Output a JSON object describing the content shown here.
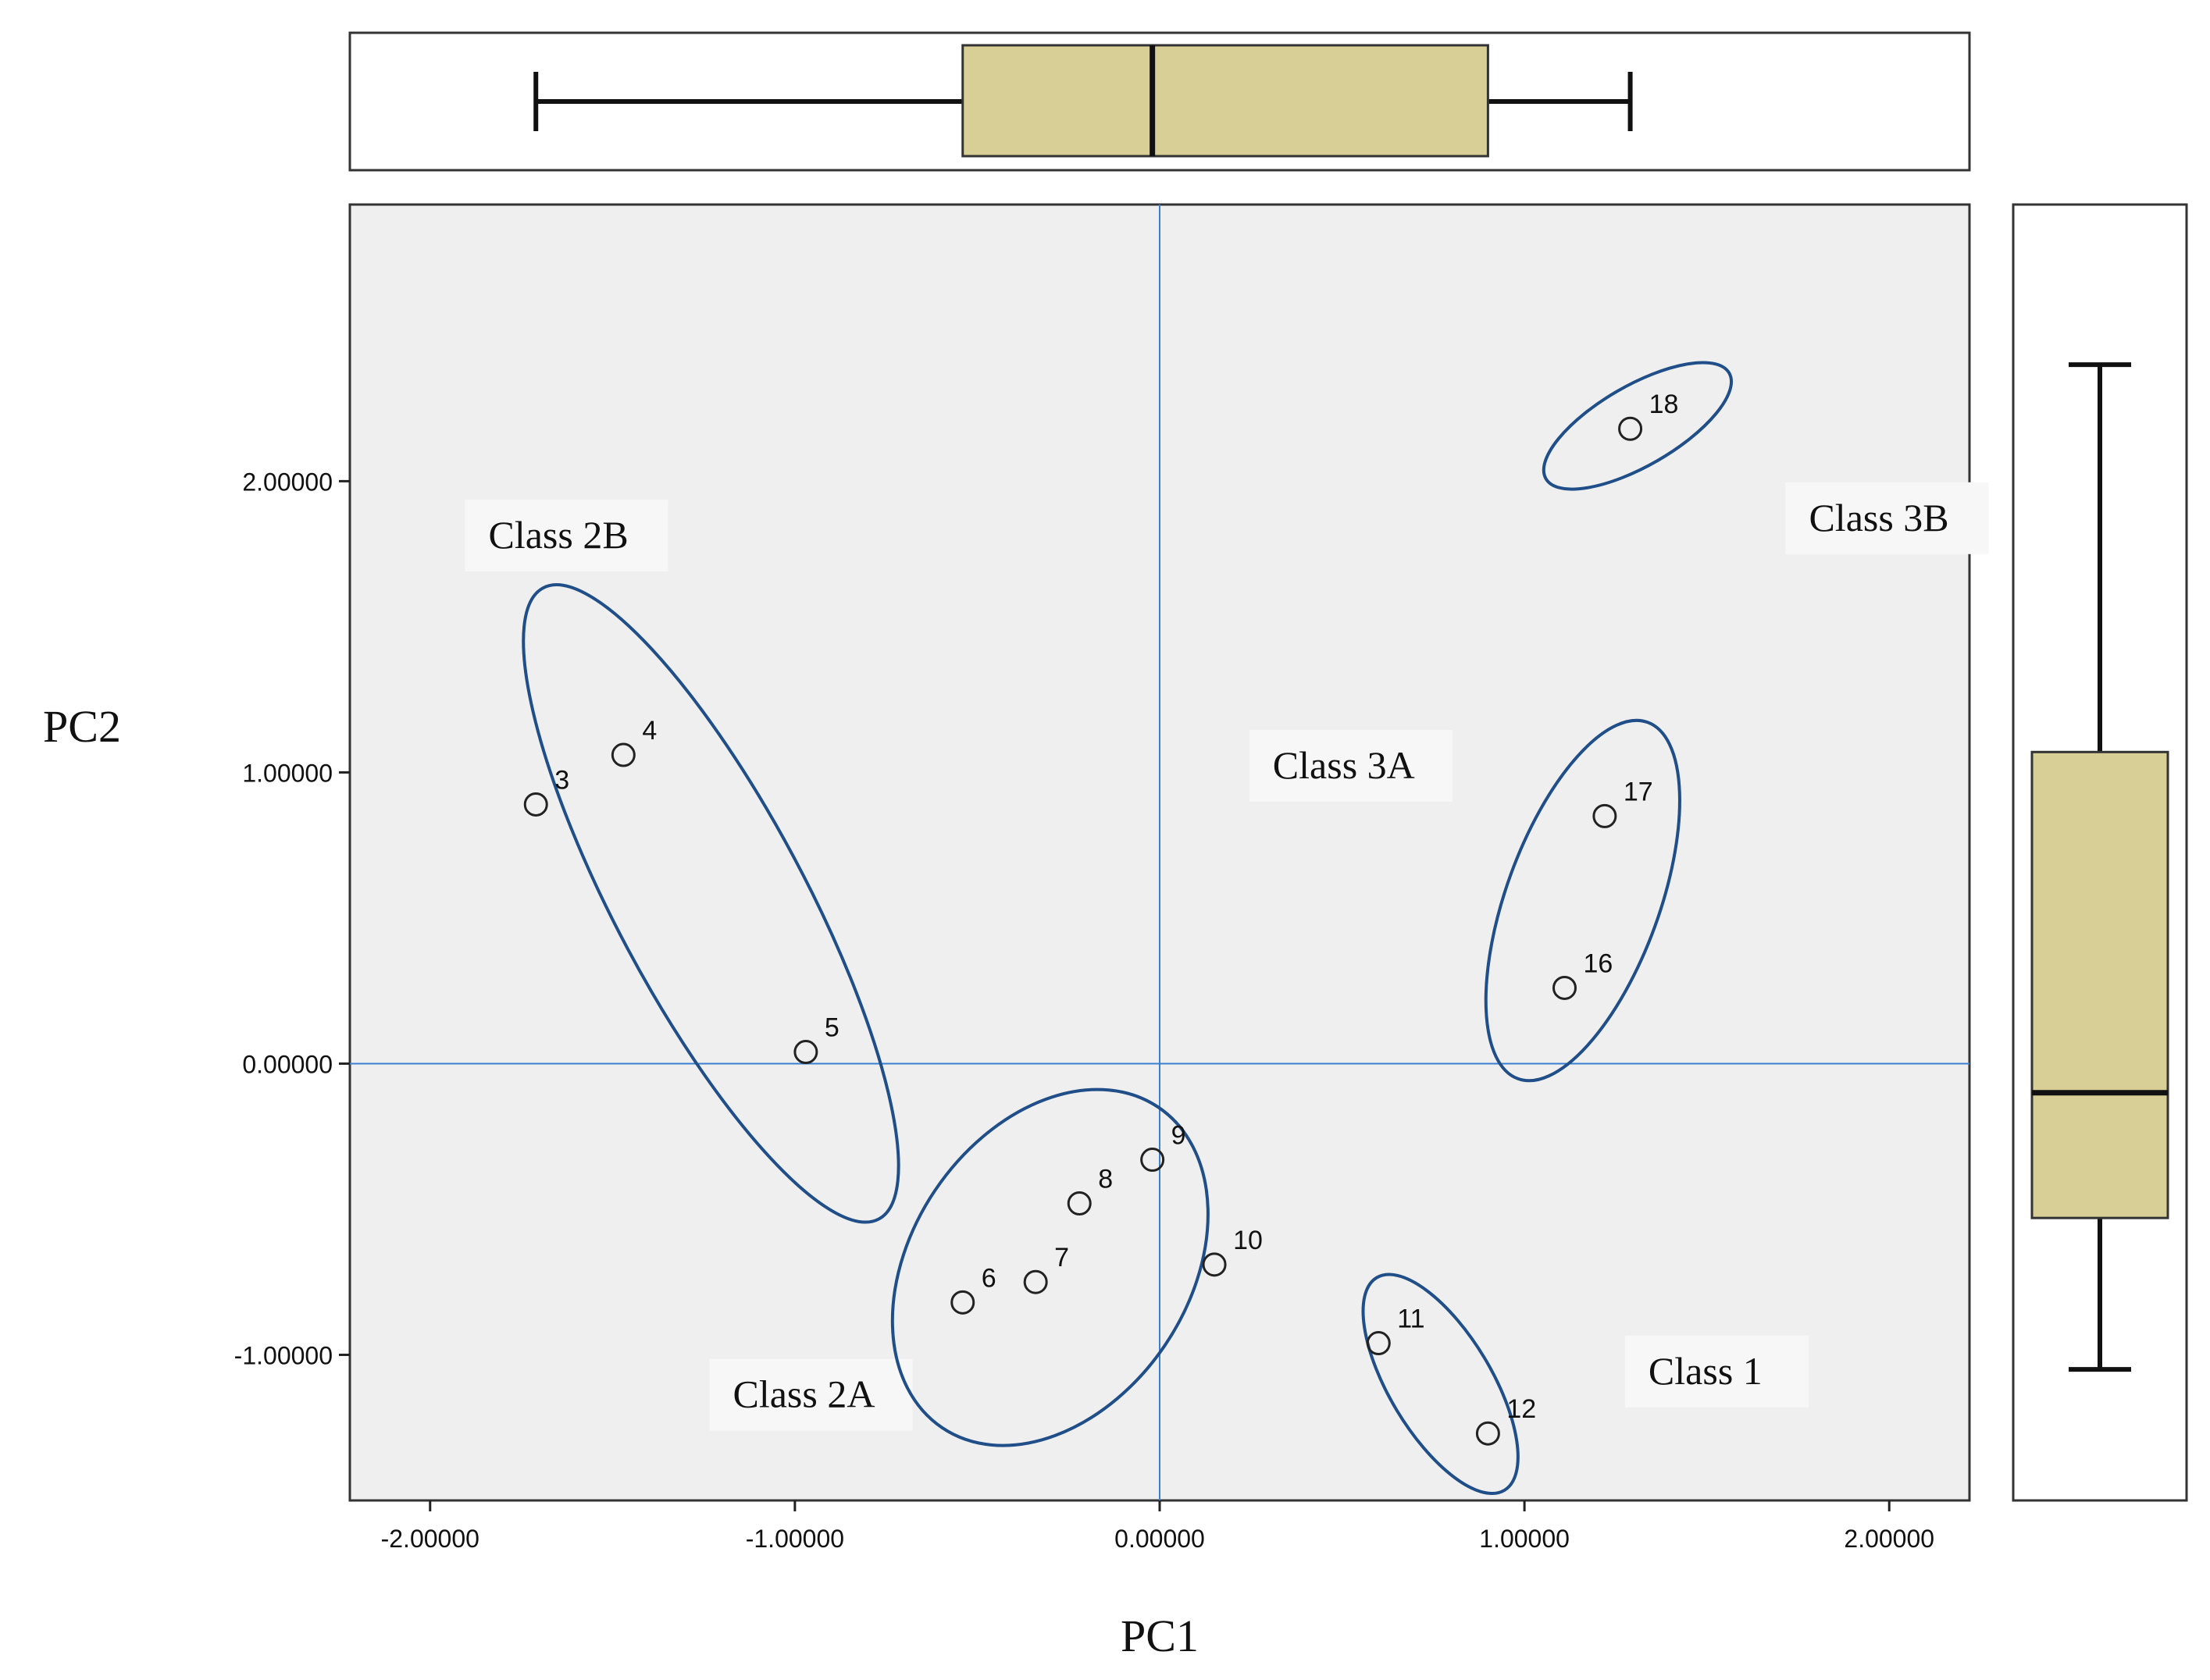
{
  "chart_data": {
    "type": "scatter",
    "xlabel": "PC1",
    "ylabel": "PC2",
    "xlim": [
      -2.22,
      2.22
    ],
    "ylim": [
      -1.5,
      2.95
    ],
    "x_ticks": [
      -2,
      -1,
      0,
      1,
      2
    ],
    "y_ticks": [
      -1,
      0,
      1,
      2
    ],
    "x_tick_labels": [
      "-2.00000",
      "-1.00000",
      "0.00000",
      "1.00000",
      "2.00000"
    ],
    "y_tick_labels": [
      "-1.00000",
      "0.00000",
      "1.00000",
      "2.00000"
    ],
    "reference_lines": {
      "x": 0,
      "y": 0
    },
    "points": [
      {
        "label": "3",
        "x": -1.71,
        "y": 0.89
      },
      {
        "label": "4",
        "x": -1.47,
        "y": 1.06
      },
      {
        "label": "5",
        "x": -0.97,
        "y": 0.04
      },
      {
        "label": "6",
        "x": -0.54,
        "y": -0.82
      },
      {
        "label": "7",
        "x": -0.34,
        "y": -0.75
      },
      {
        "label": "8",
        "x": -0.22,
        "y": -0.48
      },
      {
        "label": "9",
        "x": -0.02,
        "y": -0.33
      },
      {
        "label": "10",
        "x": 0.15,
        "y": -0.69
      },
      {
        "label": "11",
        "x": 0.6,
        "y": -0.96
      },
      {
        "label": "12",
        "x": 0.9,
        "y": -1.27
      },
      {
        "label": "16",
        "x": 1.11,
        "y": 0.26
      },
      {
        "label": "17",
        "x": 1.22,
        "y": 0.85
      },
      {
        "label": "18",
        "x": 1.29,
        "y": 2.18
      }
    ],
    "groups": [
      {
        "label": "Class 1",
        "members": [
          "11",
          "12"
        ]
      },
      {
        "label": "Class 2A",
        "members": [
          "6",
          "7",
          "8",
          "9",
          "10"
        ]
      },
      {
        "label": "Class 2B",
        "members": [
          "3",
          "4",
          "5"
        ]
      },
      {
        "label": "Class 3A",
        "members": [
          "16",
          "17"
        ]
      },
      {
        "label": "Class 3B",
        "members": [
          "18"
        ]
      }
    ],
    "class_labels": [
      {
        "text": "Class 2B",
        "x": -1.84,
        "y": 1.77
      },
      {
        "text": "Class 3A",
        "x": 0.31,
        "y": 0.98
      },
      {
        "text": "Class 3B",
        "x": 1.78,
        "y": 1.83
      },
      {
        "text": "Class 2A",
        "x": -1.17,
        "y": -1.18
      },
      {
        "text": "Class 1",
        "x": 1.34,
        "y": -1.1
      }
    ],
    "group_ellipses": [
      {
        "group": "Class 2B",
        "cx": -1.23,
        "cy": 0.55,
        "rx": 0.26,
        "ry": 0.98,
        "angle_deg": -28
      },
      {
        "group": "Class 2A",
        "cx": -0.3,
        "cy": -0.7,
        "rx": 0.38,
        "ry": 0.53,
        "angle_deg": 34
      },
      {
        "group": "Class 1",
        "cx": 0.77,
        "cy": -1.1,
        "rx": 0.14,
        "ry": 0.34,
        "angle_deg": -31
      },
      {
        "group": "Class 3A",
        "cx": 1.16,
        "cy": 0.56,
        "rx": 0.21,
        "ry": 0.52,
        "angle_deg": 20
      },
      {
        "group": "Class 3B",
        "cx": 1.31,
        "cy": 2.19,
        "rx": 0.11,
        "ry": 0.29,
        "angle_deg": 60
      }
    ],
    "x_boxplot": {
      "min": -1.71,
      "q1": -0.54,
      "median": -0.02,
      "q3": 0.9,
      "max": 1.29
    },
    "y_boxplot": {
      "min": -1.05,
      "q1": -0.53,
      "median": -0.1,
      "q3": 1.07,
      "max": 2.4
    },
    "colors": {
      "plot_background": "#efefef",
      "reference_line": "#3a7fd0",
      "ellipse": "#1f4e89",
      "box_fill": "#d8cf96",
      "label_background": "#f7f7f7",
      "frame": "#333333"
    }
  }
}
